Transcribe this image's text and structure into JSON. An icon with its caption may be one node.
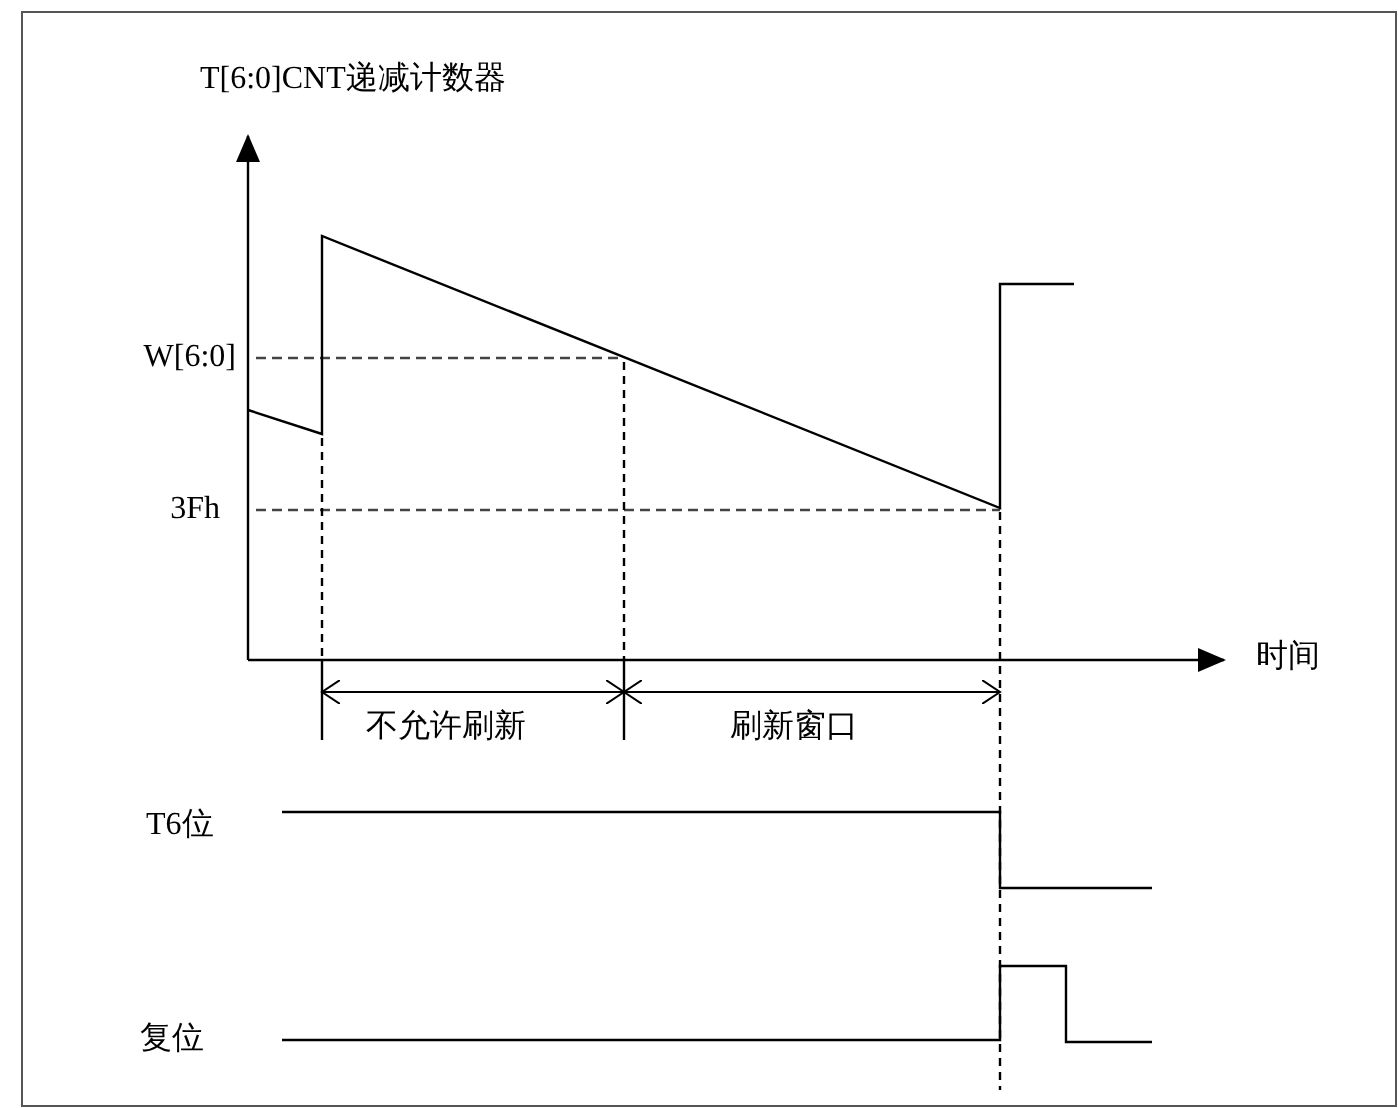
{
  "diagram": {
    "labels": [
      "T[6:0]CNT递减计数器",
      "W[6:0]",
      "3Fh",
      "时间",
      "不允许刷新",
      "刷新窗口",
      "T6位",
      "复位"
    ]
  }
}
